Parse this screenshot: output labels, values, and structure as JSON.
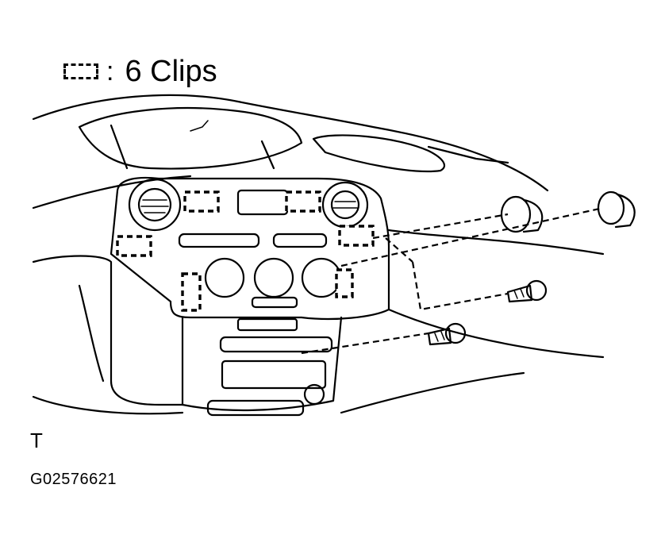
{
  "legend": {
    "colon": ":",
    "label": "6 Clips"
  },
  "corner_mark": "T",
  "figure_id": "G02576621",
  "icons": [
    "clip-marker-icon",
    "screw-icon",
    "clip-fastener-icon"
  ]
}
